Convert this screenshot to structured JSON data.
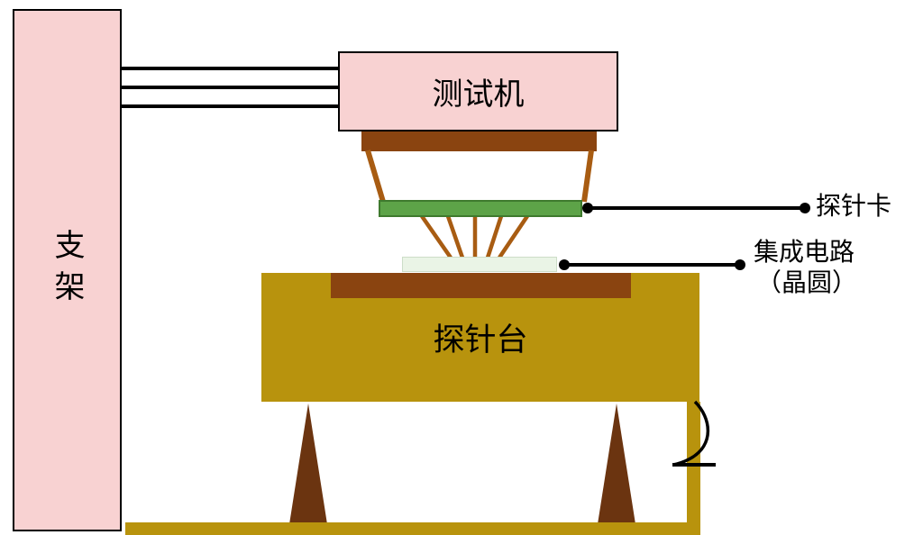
{
  "labels": {
    "support": "支架",
    "tester": "测试机",
    "station": "探针台",
    "probe_card": "探针卡",
    "ic_line1": "集成电路",
    "ic_line2": "（晶圆）"
  },
  "colors": {
    "pink": "#f8d2d2",
    "dark-brown": "#8a4410",
    "line-brown": "#a85c12",
    "green": "#5da348",
    "green-border": "#3f7a2e",
    "pale-chip": "#eaf4e6",
    "gold": "#b8930d",
    "triangle-brown": "#6b3410",
    "black": "#000000"
  }
}
